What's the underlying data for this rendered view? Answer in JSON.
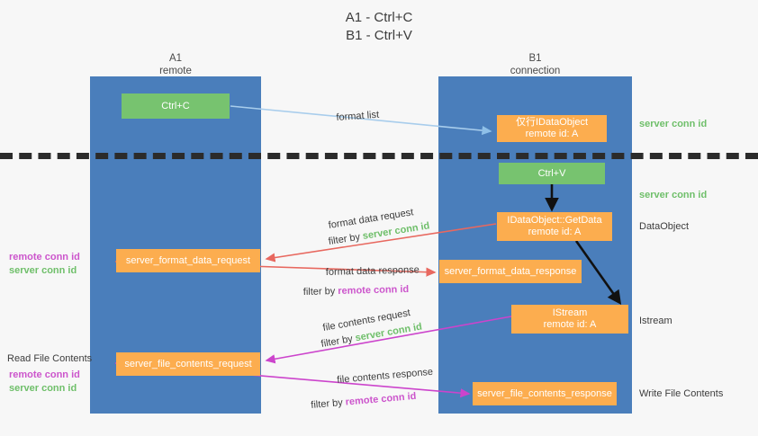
{
  "title": {
    "line1": "A1 - Ctrl+C",
    "line2": "B1 - Ctrl+V"
  },
  "columns": [
    {
      "name": "A1",
      "sub": "remote"
    },
    {
      "name": "B1",
      "sub": "connection"
    }
  ],
  "boxes": {
    "ctrl_c": "Ctrl+C",
    "ctrl_v": "Ctrl+V",
    "idataobject": {
      "line1": "仅行IDataObject",
      "line2": "remote id: A"
    },
    "getdata": {
      "line1": "IDataObject::GetData",
      "line2": "remote id: A"
    },
    "istream": {
      "line1": "IStream",
      "line2": "remote id: A"
    },
    "server_format_data_request": "server_format_data_request",
    "server_format_data_response": "server_format_data_response",
    "server_file_contents_request": "server_file_contents_request",
    "server_file_contents_response": "server_file_contents_response"
  },
  "edges": {
    "format_list": "format list",
    "format_data_request": "format data request",
    "format_data_request_filter_pre": "filter by ",
    "format_data_request_filter_key": "server conn id",
    "format_data_response": "format data response",
    "format_data_response_filter_pre": "filter by ",
    "format_data_response_filter_key": "remote conn id",
    "file_contents_request": "file contents request",
    "file_contents_request_filter_pre": "filter by ",
    "file_contents_request_filter_key": "server conn id",
    "file_contents_response": "file contents response",
    "file_contents_response_filter_pre": "filter by ",
    "file_contents_response_filter_key": "remote conn id"
  },
  "right_labels": {
    "server_conn_id_top": "server conn id",
    "server_conn_id_second": "server conn id",
    "dataobject": "DataObject",
    "istream": "Istream",
    "write_file_contents": "Write File Contents"
  },
  "left_labels": {
    "remote_conn_id_mid": "remote conn id",
    "server_conn_id_mid": "server conn id",
    "read_file_contents": "Read File Contents",
    "remote_conn_id_low": "remote conn id",
    "server_conn_id_low": "server conn id"
  },
  "colors": {
    "lane": "#4a7ebb",
    "green_box": "#77c36f",
    "orange_box": "#fcad4f",
    "green_text": "#6fbf6a",
    "purple_text": "#cc55cc",
    "blue_arrow": "#a8cdec",
    "red_arrow": "#e8685f",
    "magenta_arrow": "#cc44cc",
    "black_arrow": "#111111",
    "background": "#f7f7f7"
  }
}
